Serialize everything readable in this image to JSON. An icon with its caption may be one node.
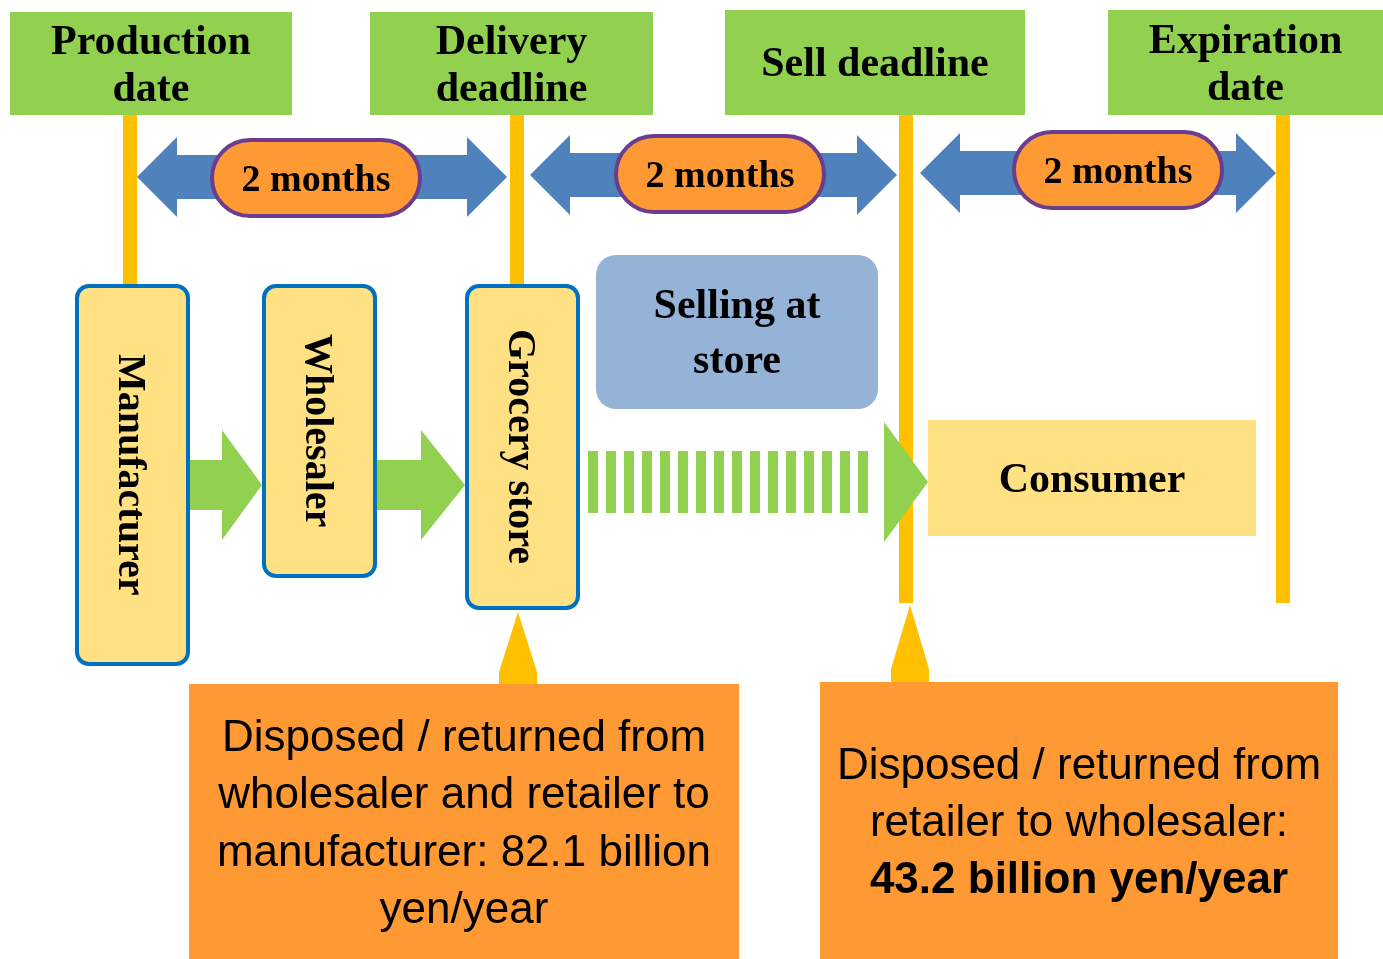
{
  "diagram": {
    "nodes": [
      {
        "text": [
          "Production date"
        ]
      },
      {
        "text": [
          "Delivery deadline"
        ]
      },
      {
        "text": [
          "Sell deadline"
        ]
      },
      {
        "text": [
          "Expiration date"
        ]
      },
      {
        "text": [
          "2 months"
        ]
      },
      {
        "text": [
          "2 months"
        ]
      },
      {
        "text": [
          "2 months"
        ]
      },
      {
        "text": [
          "Manufacturer"
        ]
      },
      {
        "text": [
          "Wholesaler"
        ]
      },
      {
        "text": [
          "Grocery store"
        ]
      },
      {
        "text": [
          "Selling at store"
        ]
      },
      {
        "text": [
          "Consumer"
        ]
      },
      {
        "text": [
          "Disposed / returned from wholesaler and retailer to manufacturer: 82.1 billion yen/year"
        ]
      },
      {
        "text": [
          "Disposed / returned from retailer to wholesaler: **43.2 billion yen/year**"
        ]
      }
    ],
    "edges": [
      {
        "from": 0,
        "to": 7,
        "arrow": "none"
      },
      {
        "from": 1,
        "to": 9,
        "arrow": "none"
      },
      {
        "from": 2,
        "to": null,
        "arrow": "none"
      },
      {
        "from": 3,
        "to": null,
        "arrow": "none"
      },
      {
        "from": 7,
        "to": 8,
        "arrow": "to",
        "color": "#92d050"
      },
      {
        "from": 8,
        "to": 9,
        "arrow": "to",
        "color": "#92d050"
      },
      {
        "from": 9,
        "to": 11,
        "arrow": "to",
        "style": "dashed",
        "color": "#92d050"
      },
      {
        "from": 12,
        "to": 9,
        "arrow": "to"
      },
      {
        "from": 13,
        "to": null,
        "arrow": "to"
      }
    ]
  }
}
